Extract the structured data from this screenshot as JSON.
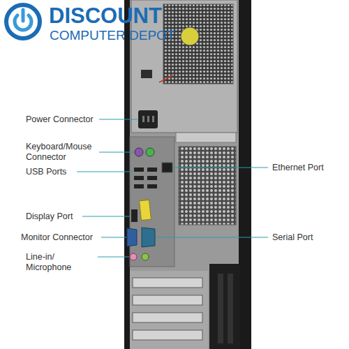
{
  "diagram": {
    "labels": [
      "DISCOUNT",
      "COMPUTER DEPOT",
      "Power Connector",
      "Keyboard/Mouse Connector",
      "USB Ports",
      "Display Port",
      "Monitor Connector",
      "Line-in/ Microphone",
      "Ethernet Port",
      "Serial Port"
    ]
  }
}
